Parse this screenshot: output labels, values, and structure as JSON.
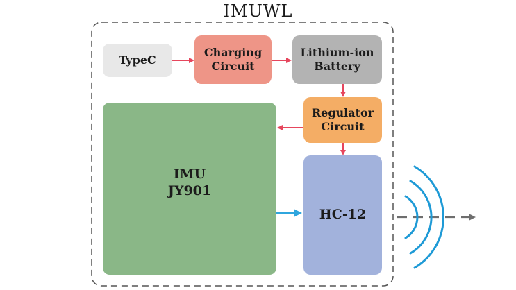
{
  "container": {
    "title": "IMUWL"
  },
  "nodes": {
    "typec": {
      "label": "TypeC",
      "color": "#e8e8e8"
    },
    "charging": {
      "line1": "Charging",
      "line2": "Circuit",
      "color": "#ee9587"
    },
    "battery": {
      "line1": "Lithium-ion",
      "line2": "Battery",
      "color": "#b3b3b3"
    },
    "regulator": {
      "line1": "Regulator",
      "line2": "Circuit",
      "color": "#f4ad65"
    },
    "imu": {
      "line1": "IMU",
      "line2": "JY901",
      "color": "#8ab787"
    },
    "hc12": {
      "label": "HC-12",
      "color": "#a2b2dc"
    }
  },
  "colors": {
    "power_arrow": "#e6465d",
    "data_arrow": "#2fa6de",
    "wireless_waves": "#1e9ad6",
    "output_arrow": "#6e6e6e",
    "container_border": "#555555"
  },
  "icons": {
    "wireless": "wireless-signal-icon"
  }
}
